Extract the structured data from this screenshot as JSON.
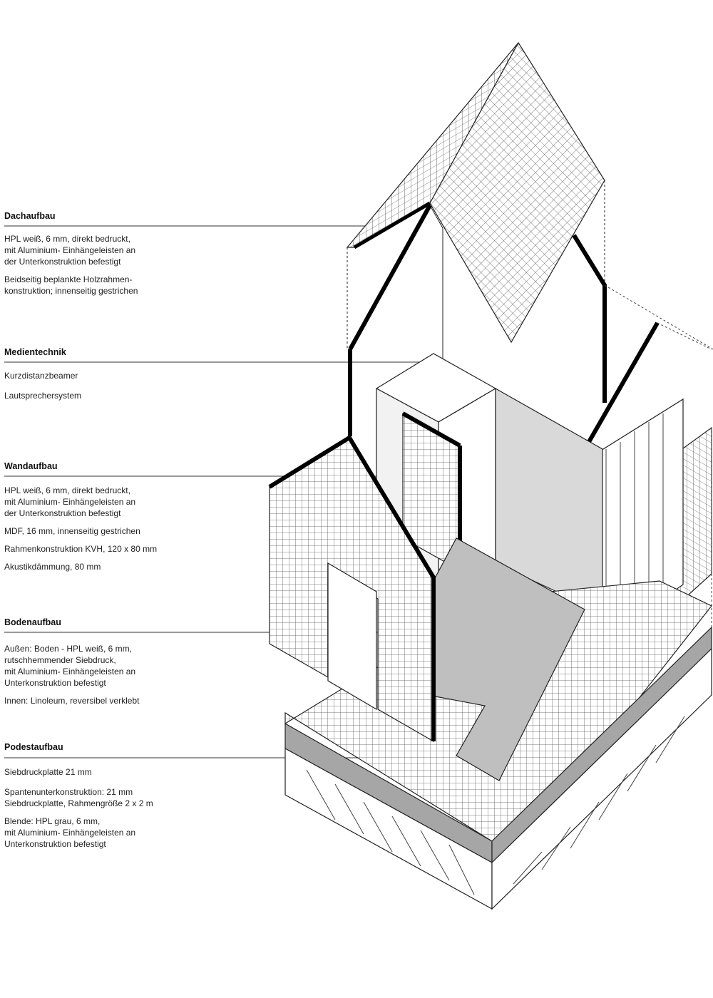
{
  "sections": [
    {
      "id": "dach",
      "heading": "Dachaufbau",
      "items": [
        "HPL weiß, 6 mm, direkt bedruckt,\nmit Aluminium- Einhängeleisten an\nder Unterkonstruktion befestigt",
        "Beidseitig beplankte Holzrahmen-\nkonstruktion; innenseitig gestrichen"
      ]
    },
    {
      "id": "medien",
      "heading": "Medientechnik",
      "items": [
        "Kurzdistanzbeamer",
        "Lautsprechersystem"
      ]
    },
    {
      "id": "wand",
      "heading": "Wandaufbau",
      "items": [
        "HPL weiß, 6 mm, direkt bedruckt,\nmit Aluminium- Einhängeleisten an\nder Unterkonstruktion befestigt",
        "MDF, 16 mm, innenseitig gestrichen",
        "Rahmenkonstruktion KVH, 120 x 80 mm",
        "Akustikdämmung, 80 mm"
      ]
    },
    {
      "id": "boden",
      "heading": "Bodenaufbau",
      "items": [
        "Außen: Boden - HPL  weiß, 6 mm,\nrutschhemmender Siebdruck,\nmit Aluminium- Einhängeleisten an\nUnterkonstruktion befestigt",
        "Innen: Linoleum, reversibel verklebt"
      ]
    },
    {
      "id": "podest",
      "heading": "Podestaufbau",
      "items": [
        "Siebdruckplatte 21 mm",
        "Spantenunterkonstruktion: 21 mm\nSiebdruckplatte, Rahmengröße  2 x 2 m",
        "Blende: HPL grau, 6 mm,\nmit Aluminium- Einhängeleisten an\nUnterkonstruktion befestigt"
      ]
    }
  ]
}
